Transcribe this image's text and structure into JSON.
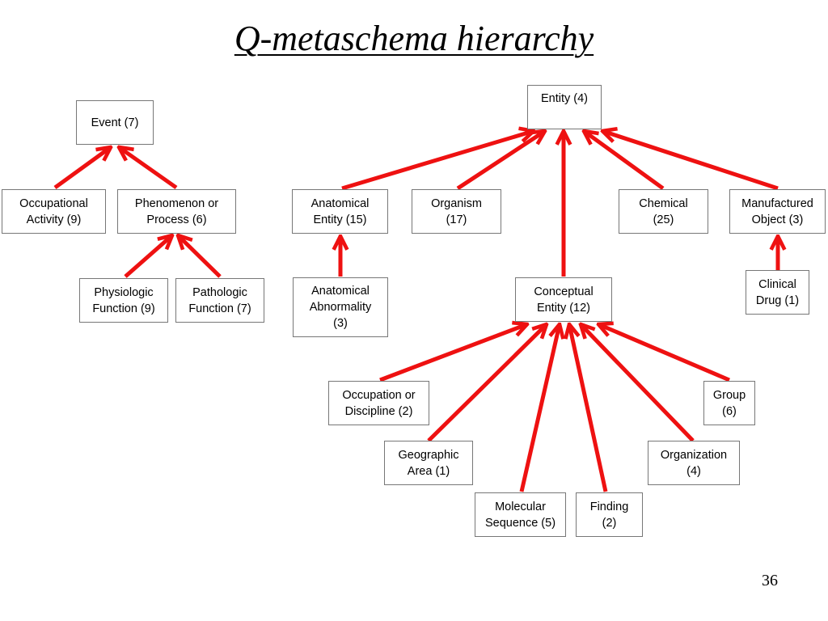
{
  "slide": {
    "title": "Q-metaschema hierarchy",
    "page_number": "36"
  },
  "colors": {
    "edge": "#ee1111",
    "node_border": "#777777",
    "text": "#000000"
  },
  "nodes": {
    "event": "Event (7)",
    "occupational_activity": "Occupational\nActivity (9)",
    "phenomenon_or_process": "Phenomenon or\nProcess (6)",
    "physiologic_function": "Physiologic\nFunction (9)",
    "pathologic_function": "Pathologic\nFunction (7)",
    "entity": "Entity (4)",
    "anatomical_entity": "Anatomical\nEntity (15)",
    "organism": "Organism\n(17)",
    "chemical": "Chemical\n(25)",
    "manufactured_object": "Manufactured\nObject (3)",
    "anatomical_abnormality": "Anatomical\nAbnormality\n(3)",
    "conceptual_entity": "Conceptual\nEntity (12)",
    "clinical_drug": "Clinical\nDrug (1)",
    "occupation_or_discipline": "Occupation or\nDiscipline (2)",
    "group": "Group\n(6)",
    "geographic_area": "Geographic\nArea (1)",
    "organization": "Organization\n(4)",
    "molecular_sequence": "Molecular\nSequence (5)",
    "finding": "Finding\n(2)"
  }
}
